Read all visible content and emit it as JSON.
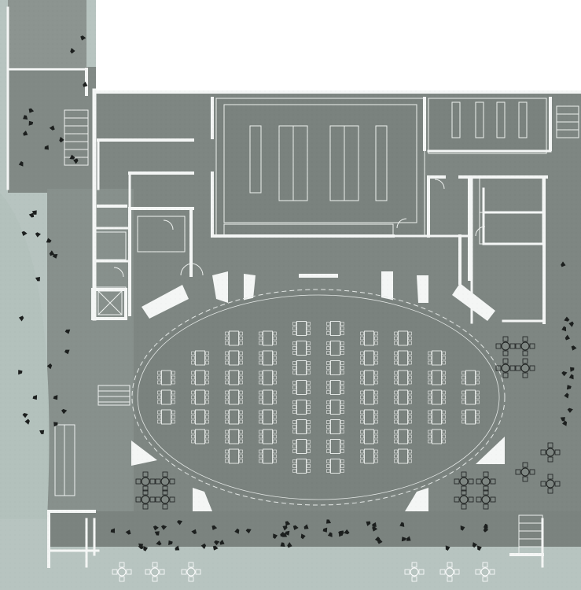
{
  "drawing": {
    "kind": "architectural floor plan",
    "palette": {
      "paper": "#ffffff",
      "slab": "#7e8682",
      "slab_dark": "#6f7773",
      "exterior": "#b7c4c0",
      "wall": "#f4f6f5",
      "line": "#e4e8e6",
      "figure": "#1c1f1e",
      "furniture_outline": "#eef1ef"
    },
    "hall": {
      "table_columns": [
        {
          "tables": 3
        },
        {
          "tables": 5
        },
        {
          "tables": 7
        },
        {
          "tables": 7
        },
        {
          "tables": 8
        },
        {
          "tables": 8
        },
        {
          "tables": 7
        },
        {
          "tables": 7
        },
        {
          "tables": 5
        },
        {
          "tables": 3
        }
      ]
    },
    "people": {
      "count_terrace_south": 52,
      "count_terrace_west": 30,
      "count_terrace_east": 14
    }
  }
}
